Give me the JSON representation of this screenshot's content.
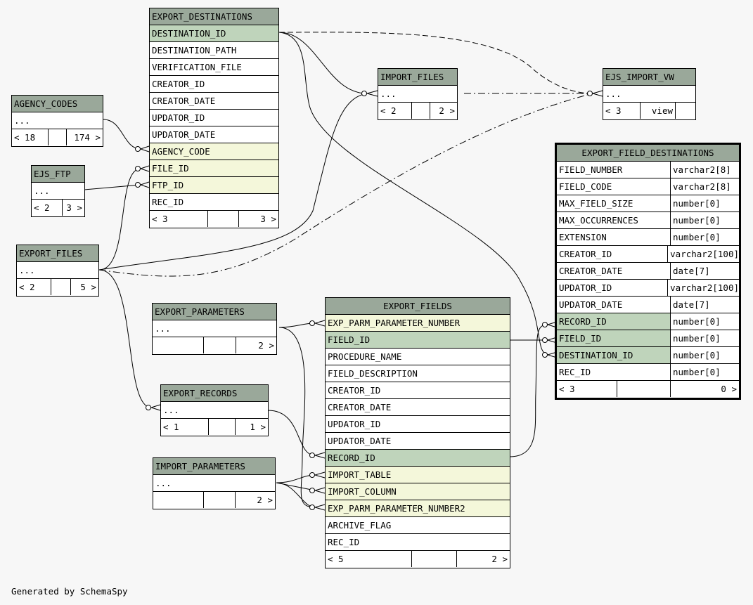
{
  "colors": {
    "header": "#9aa89a",
    "primary_key": "#bfd4bb",
    "foreign_key": "#f4f7da",
    "background": "#f7f7f7"
  },
  "footer_note": "Generated by SchemaSpy",
  "tables": {
    "export_destinations": {
      "name": "EXPORT_DESTINATIONS",
      "columns": [
        "DESTINATION_ID",
        "DESTINATION_PATH",
        "VERIFICATION_FILE",
        "CREATOR_ID",
        "CREATOR_DATE",
        "UPDATOR_ID",
        "UPDATOR_DATE",
        "AGENCY_CODE",
        "FILE_ID",
        "FTP_ID",
        "REC_ID"
      ],
      "foot": [
        "< 3",
        "",
        "3 >"
      ]
    },
    "agency_codes": {
      "name": "AGENCY_CODES",
      "body": "...",
      "foot": [
        "< 18",
        "",
        "174 >"
      ]
    },
    "ejs_ftp": {
      "name": "EJS_FTP",
      "body": "...",
      "foot": [
        "< 2",
        "3 >"
      ]
    },
    "export_files": {
      "name": "EXPORT_FILES",
      "body": "...",
      "foot": [
        "< 2",
        "",
        "5 >"
      ]
    },
    "import_files": {
      "name": "IMPORT_FILES",
      "body": "...",
      "foot": [
        "< 2",
        "",
        "2 >"
      ]
    },
    "ejs_import_vw": {
      "name": "EJS_IMPORT_VW",
      "body": "...",
      "foot": [
        "< 3",
        "view",
        ""
      ]
    },
    "export_parameters": {
      "name": "EXPORT_PARAMETERS",
      "body": "...",
      "foot": [
        "",
        "",
        "2 >"
      ]
    },
    "export_records": {
      "name": "EXPORT_RECORDS",
      "body": "...",
      "foot": [
        "< 1",
        "",
        "1 >"
      ]
    },
    "import_parameters": {
      "name": "IMPORT_PARAMETERS",
      "body": "...",
      "foot": [
        "",
        "",
        "2 >"
      ]
    },
    "export_fields": {
      "name": "EXPORT_FIELDS",
      "columns": [
        "EXP_PARM_PARAMETER_NUMBER",
        "FIELD_ID",
        "PROCEDURE_NAME",
        "FIELD_DESCRIPTION",
        "CREATOR_ID",
        "CREATOR_DATE",
        "UPDATOR_ID",
        "UPDATOR_DATE",
        "RECORD_ID",
        "IMPORT_TABLE",
        "IMPORT_COLUMN",
        "EXP_PARM_PARAMETER_NUMBER2",
        "ARCHIVE_FLAG",
        "REC_ID"
      ],
      "foot": [
        "< 5",
        "",
        "2 >"
      ]
    },
    "export_field_destinations": {
      "name": "EXPORT_FIELD_DESTINATIONS",
      "columns": [
        {
          "name": "FIELD_NUMBER",
          "type": "varchar2[8]"
        },
        {
          "name": "FIELD_CODE",
          "type": "varchar2[8]"
        },
        {
          "name": "MAX_FIELD_SIZE",
          "type": "number[0]"
        },
        {
          "name": "MAX_OCCURRENCES",
          "type": "number[0]"
        },
        {
          "name": "EXTENSION",
          "type": "number[0]"
        },
        {
          "name": "CREATOR_ID",
          "type": "varchar2[100]"
        },
        {
          "name": "CREATOR_DATE",
          "type": "date[7]"
        },
        {
          "name": "UPDATOR_ID",
          "type": "varchar2[100]"
        },
        {
          "name": "UPDATOR_DATE",
          "type": "date[7]"
        },
        {
          "name": "RECORD_ID",
          "type": "number[0]"
        },
        {
          "name": "FIELD_ID",
          "type": "number[0]"
        },
        {
          "name": "DESTINATION_ID",
          "type": "number[0]"
        },
        {
          "name": "REC_ID",
          "type": "number[0]"
        }
      ],
      "foot": [
        "< 3",
        "",
        "0 >"
      ]
    }
  }
}
